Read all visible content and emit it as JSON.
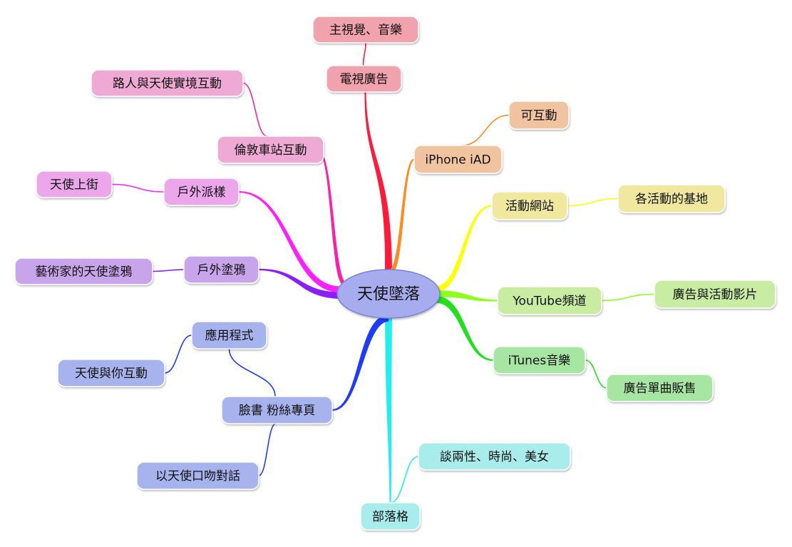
{
  "center": {
    "label": "天使墜落"
  },
  "topics": [
    {
      "id": "tv",
      "label": "電視廣告",
      "color": "#ff1a3c",
      "fill": "#f0a2ad",
      "children": [
        {
          "label": "主視覺、音樂"
        }
      ]
    },
    {
      "id": "iphone",
      "label": "iPhone iAD",
      "color": "#ff8a1e",
      "fill": "#f1c4a0",
      "children": [
        {
          "label": "可互動"
        }
      ]
    },
    {
      "id": "web",
      "label": "活動網站",
      "color": "#ffff00",
      "fill": "#efe89e",
      "children": [
        {
          "label": "各活動的基地"
        }
      ]
    },
    {
      "id": "youtube",
      "label": "YouTube頻道",
      "color": "#8cff1e",
      "fill": "#c8eca2",
      "children": [
        {
          "label": "廣告與活動影片"
        }
      ]
    },
    {
      "id": "itunes",
      "label": "iTunes音樂",
      "color": "#23e01e",
      "fill": "#a7e6a2",
      "children": [
        {
          "label": "廣告單曲販售"
        }
      ]
    },
    {
      "id": "blog",
      "label": "部落格",
      "color": "#1ef0f0",
      "fill": "#a8ecec",
      "children": [
        {
          "label": "談兩性、時尚、美女"
        }
      ]
    },
    {
      "id": "facebook",
      "label": "臉書 粉絲專頁",
      "color": "#1e3cff",
      "fill": "#a7b3ec",
      "children": [
        {
          "label": "應用程式",
          "children": [
            {
              "label": "天使與你互動"
            }
          ]
        },
        {
          "label": "以天使口吻對話"
        }
      ]
    },
    {
      "id": "graffiti",
      "label": "戶外塗鴉",
      "color": "#8a1eff",
      "fill": "#c8a4ea",
      "children": [
        {
          "label": "藝術家的天使塗鴉"
        }
      ]
    },
    {
      "id": "sampling",
      "label": "戶外派樣",
      "color": "#ff1eff",
      "fill": "#eca6ea",
      "children": [
        {
          "label": "天使上街"
        }
      ]
    },
    {
      "id": "london",
      "label": "倫敦車站互動",
      "color": "#ff1ea8",
      "fill": "#eeaad4",
      "children": [
        {
          "label": "路人與天使實境互動"
        }
      ]
    }
  ]
}
